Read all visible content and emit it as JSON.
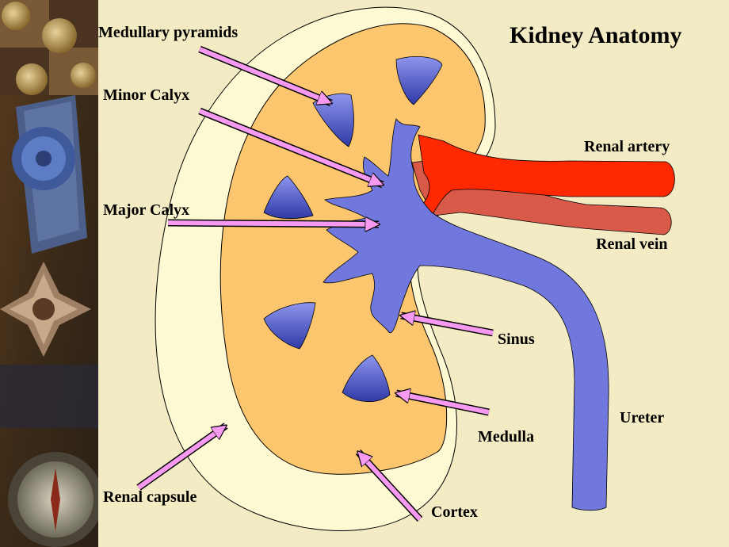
{
  "title": "Kidney Anatomy",
  "labels": {
    "medullary_pyramids": "Medullary pyramids",
    "minor_calyx": "Minor Calyx",
    "major_calyx": "Major Calyx",
    "renal_artery": "Renal artery",
    "renal_vein": "Renal vein",
    "sinus": "Sinus",
    "ureter": "Ureter",
    "medulla": "Medulla",
    "renal_capsule": "Renal capsule",
    "cortex": "Cortex"
  },
  "colors": {
    "background": "#f3ebc4",
    "capsule": "#fdf9d3",
    "cortex": "#fcc66e",
    "pelvis": "#7077dd",
    "pyramid": "#3b46b8",
    "artery": "#ff2800",
    "vein": "#d95a48",
    "arrow": "#f59af0"
  },
  "decorative_strip": "vintage-medals-photo"
}
